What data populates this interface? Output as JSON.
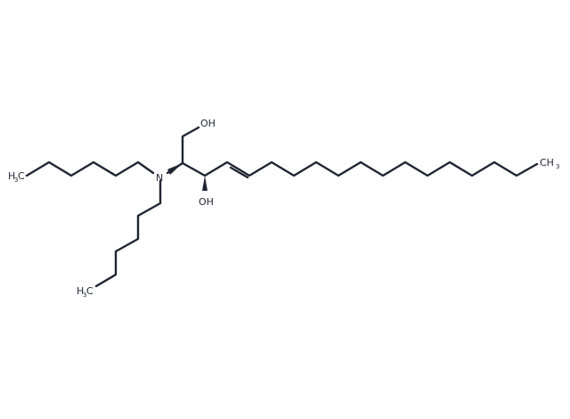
{
  "labels": {
    "oh_top": "OH",
    "oh_bottom": "OH",
    "nitrogen": "N",
    "methyl_left_h": "H",
    "methyl_left_sub": "3",
    "methyl_left_c": "C",
    "methyl_lower_h": "H",
    "methyl_lower_sub": "3",
    "methyl_lower_c": "C",
    "methyl_right_ch": "CH",
    "methyl_right_sub": "3"
  },
  "colors": {
    "bond": "#1f2533",
    "background": "#ffffff"
  }
}
